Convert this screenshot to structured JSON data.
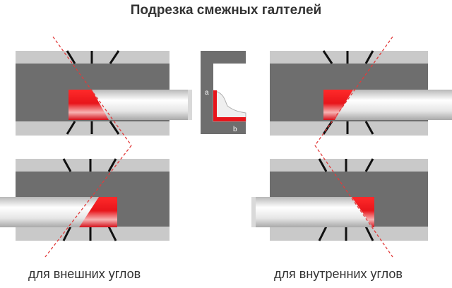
{
  "title": "Подрезка смежных галтелей",
  "captions": {
    "outer": "для внешних углов",
    "inner": "для внутренних углов"
  },
  "profile_labels": {
    "a": "a",
    "b": "b"
  },
  "colors": {
    "block_light": "#c9c9c9",
    "block_dark": "#6e6e6e",
    "molding_light": "#f4f4f4",
    "molding_shadow": "#bdbdbd",
    "cut_red": "#e8151b",
    "cut_line": "#e23b3b",
    "slots": "#111111"
  }
}
